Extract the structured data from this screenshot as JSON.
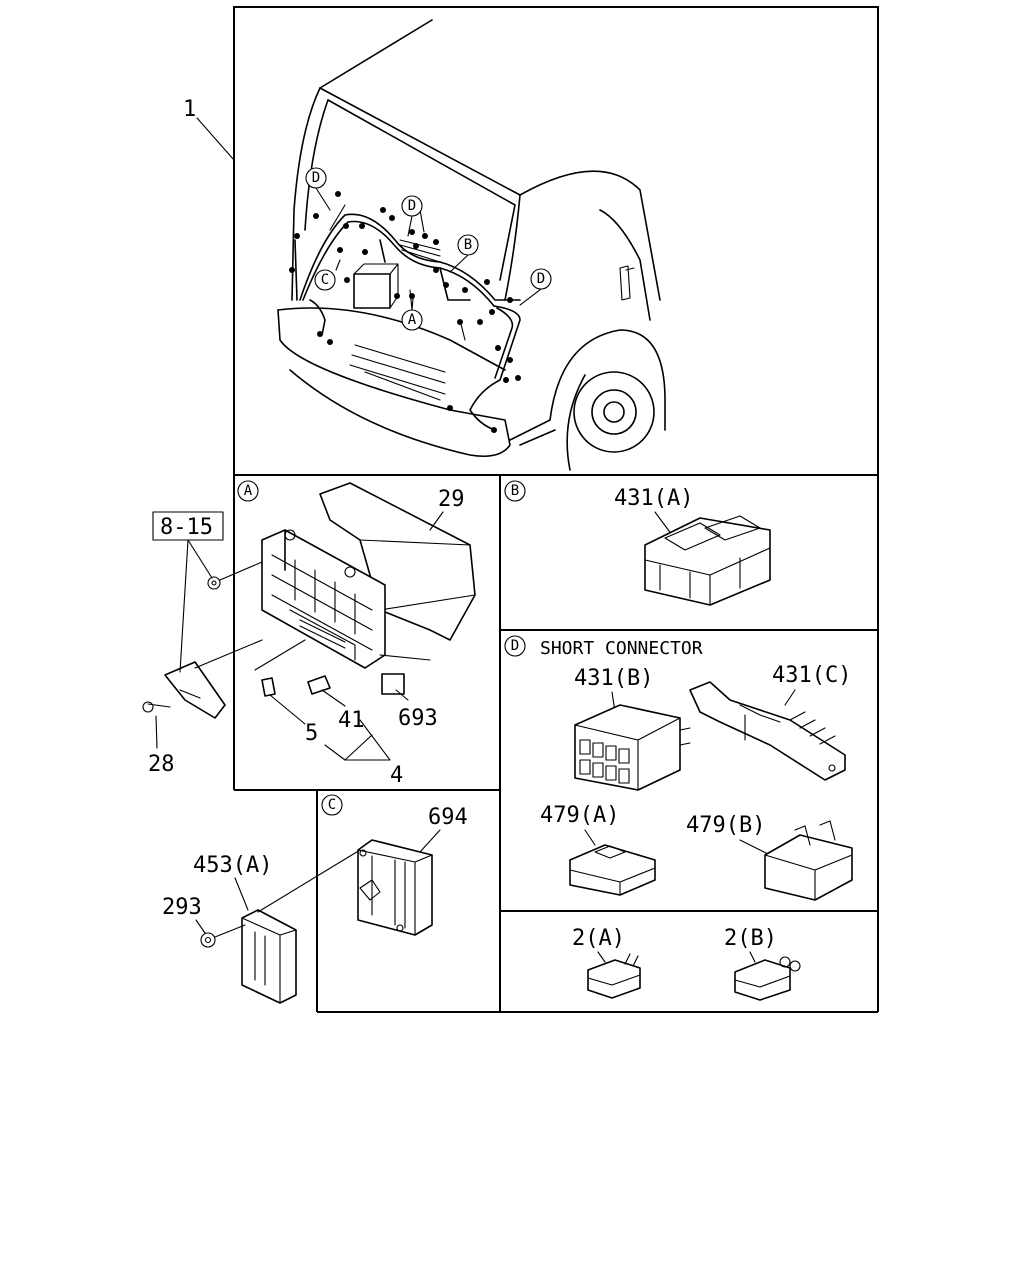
{
  "callouts": {
    "c1": "1",
    "c29": "29",
    "c8_15": "8-15",
    "c28": "28",
    "c5": "5",
    "c41": "41",
    "c693": "693",
    "c4": "4",
    "c431a": "431(A)",
    "c431b": "431(B)",
    "c431c": "431(C)",
    "c479a": "479(A)",
    "c479b": "479(B)",
    "c694": "694",
    "c453a": "453(A)",
    "c293": "293",
    "c2a": "2(A)",
    "c2b": "2(B)"
  },
  "detail_markers": {
    "a": "A",
    "b": "B",
    "c": "C",
    "d": "D"
  },
  "section_titles": {
    "d_title": "SHORT CONNECTOR"
  }
}
